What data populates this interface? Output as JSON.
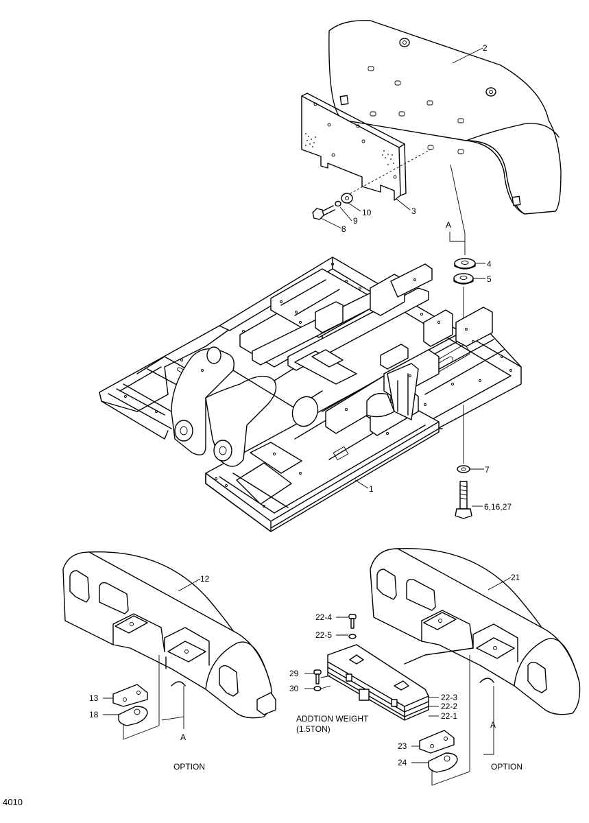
{
  "diagram": {
    "page_number": "4010",
    "callouts": {
      "c1": "1",
      "c2": "2",
      "c3": "3",
      "c4": "4",
      "c5": "5",
      "c6": "6,16,27",
      "c7": "7",
      "c8": "8",
      "c9": "9",
      "c10": "10",
      "c12": "12",
      "c13": "13",
      "c18": "18",
      "c21": "21",
      "c22_1": "22-1",
      "c22_2": "22-2",
      "c22_3": "22-3",
      "c22_4": "22-4",
      "c22_5": "22-5",
      "c23": "23",
      "c24": "24",
      "c29": "29",
      "c30": "30"
    },
    "ref_marks": {
      "top": "A",
      "left": "A",
      "right": "A"
    },
    "notes": {
      "option_left": "OPTION",
      "option_right": "OPTION",
      "weight_line1": "ADDTION WEIGHT",
      "weight_line2": "(1.5TON)"
    }
  }
}
